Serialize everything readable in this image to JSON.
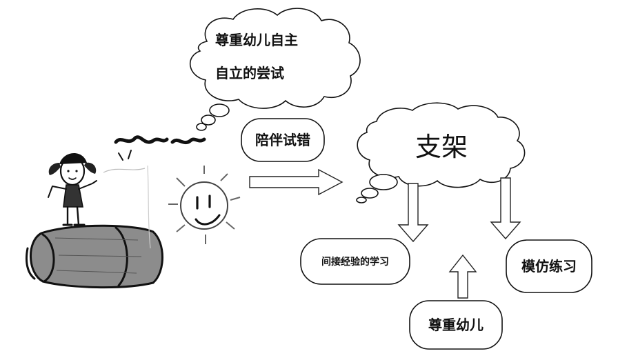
{
  "thought_bubble": {
    "line1": "尊重幼儿自主",
    "line2": "自立的尝试"
  },
  "boxes": {
    "trial_error": "陪伴试错",
    "indirect_learning": "间接经验的学习",
    "imitation": "模仿练习",
    "respect": "尊重幼儿"
  },
  "scaffold_cloud": {
    "label": "支架"
  },
  "drawing": {
    "description_icon": "child-drawing-with-sun"
  }
}
